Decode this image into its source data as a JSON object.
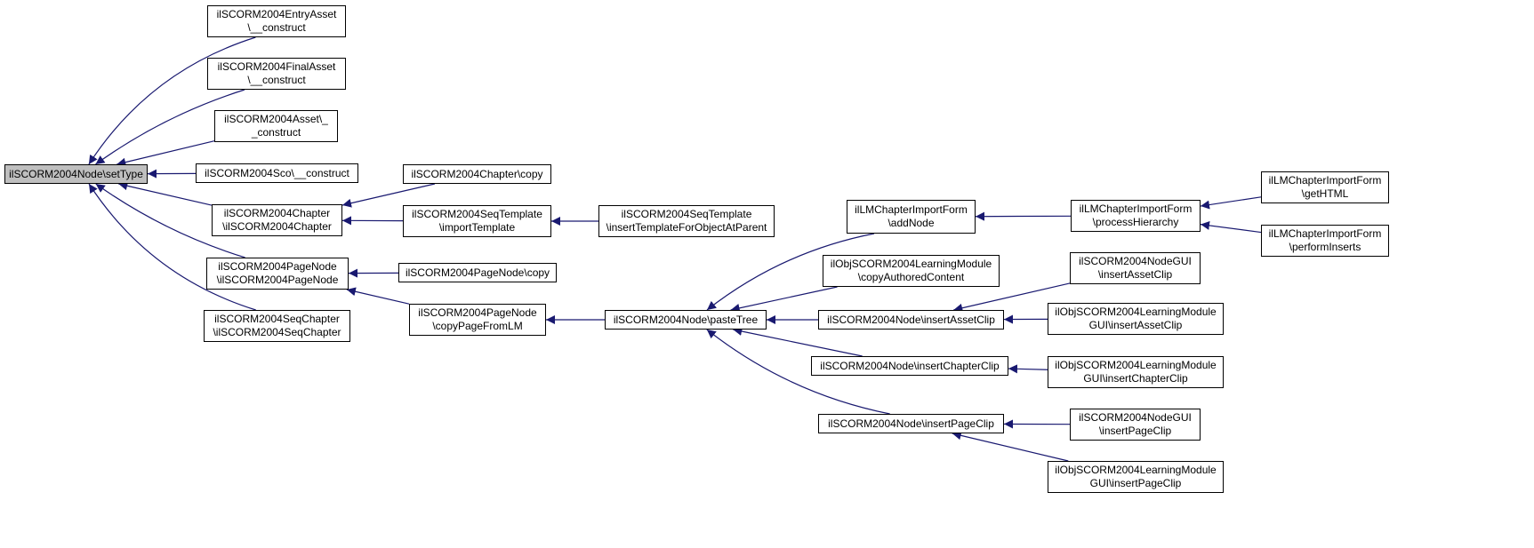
{
  "colors": {
    "edge": "#191970",
    "node_border": "#000000",
    "root_fill": "#bfbfbf",
    "node_fill": "#ffffff"
  },
  "nodes": {
    "root": {
      "lines": [
        "ilSCORM2004Node\\setType"
      ]
    },
    "entry_asset": {
      "lines": [
        "ilSCORM2004EntryAsset",
        "\\__construct"
      ]
    },
    "final_asset": {
      "lines": [
        "ilSCORM2004FinalAsset",
        "\\__construct"
      ]
    },
    "asset": {
      "lines": [
        "ilSCORM2004Asset\\_",
        "_construct"
      ]
    },
    "sco": {
      "lines": [
        "ilSCORM2004Sco\\__construct"
      ]
    },
    "chapter": {
      "lines": [
        "ilSCORM2004Chapter",
        "\\ilSCORM2004Chapter"
      ]
    },
    "page_node": {
      "lines": [
        "ilSCORM2004PageNode",
        "\\ilSCORM2004PageNode"
      ]
    },
    "seq_chapter": {
      "lines": [
        "ilSCORM2004SeqChapter",
        "\\ilSCORM2004SeqChapter"
      ]
    },
    "chapter_copy": {
      "lines": [
        "ilSCORM2004Chapter\\copy"
      ]
    },
    "seq_template_import": {
      "lines": [
        "ilSCORM2004SeqTemplate",
        "\\importTemplate"
      ]
    },
    "seq_template_insert": {
      "lines": [
        "ilSCORM2004SeqTemplate",
        "\\insertTemplateForObjectAtParent"
      ]
    },
    "page_node_copy": {
      "lines": [
        "ilSCORM2004PageNode\\copy"
      ]
    },
    "copy_page_from_lm": {
      "lines": [
        "ilSCORM2004PageNode",
        "\\copyPageFromLM"
      ]
    },
    "paste_tree": {
      "lines": [
        "ilSCORM2004Node\\pasteTree"
      ]
    },
    "lm_add_node": {
      "lines": [
        "ilLMChapterImportForm",
        "\\addNode"
      ]
    },
    "copy_authored": {
      "lines": [
        "ilObjSCORM2004LearningModule",
        "\\copyAuthoredContent"
      ]
    },
    "insert_asset_clip": {
      "lines": [
        "ilSCORM2004Node\\insertAssetClip"
      ]
    },
    "insert_chapter_clip": {
      "lines": [
        "ilSCORM2004Node\\insertChapterClip"
      ]
    },
    "insert_page_clip": {
      "lines": [
        "ilSCORM2004Node\\insertPageClip"
      ]
    },
    "process_hierarchy": {
      "lines": [
        "ilLMChapterImportForm",
        "\\processHierarchy"
      ]
    },
    "get_html": {
      "lines": [
        "ilLMChapterImportForm",
        "\\getHTML"
      ]
    },
    "perform_inserts": {
      "lines": [
        "ilLMChapterImportForm",
        "\\performInserts"
      ]
    },
    "gui_asset_clip": {
      "lines": [
        "ilSCORM2004NodeGUI",
        "\\insertAssetClip"
      ]
    },
    "lm_gui_asset_clip": {
      "lines": [
        "ilObjSCORM2004LearningModule",
        "GUI\\insertAssetClip"
      ]
    },
    "lm_gui_chapter_clip": {
      "lines": [
        "ilObjSCORM2004LearningModule",
        "GUI\\insertChapterClip"
      ]
    },
    "gui_page_clip": {
      "lines": [
        "ilSCORM2004NodeGUI",
        "\\insertPageClip"
      ]
    },
    "lm_gui_page_clip": {
      "lines": [
        "ilObjSCORM2004LearningModule",
        "GUI\\insertPageClip"
      ]
    }
  }
}
